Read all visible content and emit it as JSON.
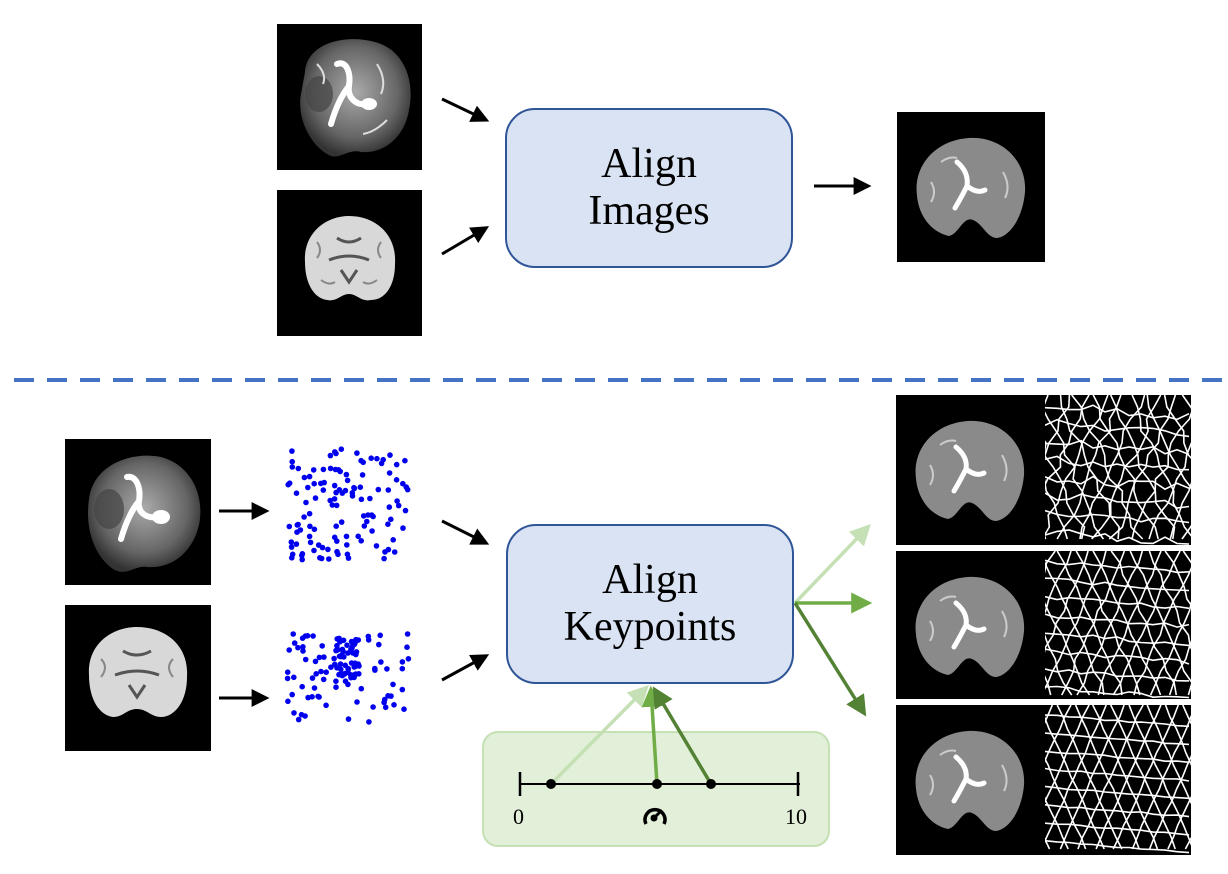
{
  "top_row": {
    "box_line1": "Align",
    "box_line2": "Images"
  },
  "bottom_row": {
    "box_line1": "Align",
    "box_line2": "Keypoints"
  },
  "slider": {
    "min_label": "0",
    "max_label": "10",
    "icon": "gauge-icon"
  },
  "colors": {
    "box_fill": "#dae3f3",
    "box_border": "#2f5597",
    "divider": "#4472c4",
    "keypoints": "#0000ee",
    "green_light": "#c5e0b4",
    "green_mid": "#70ad47",
    "green_dark": "#548235",
    "panel_fill": "#e2efd9"
  }
}
